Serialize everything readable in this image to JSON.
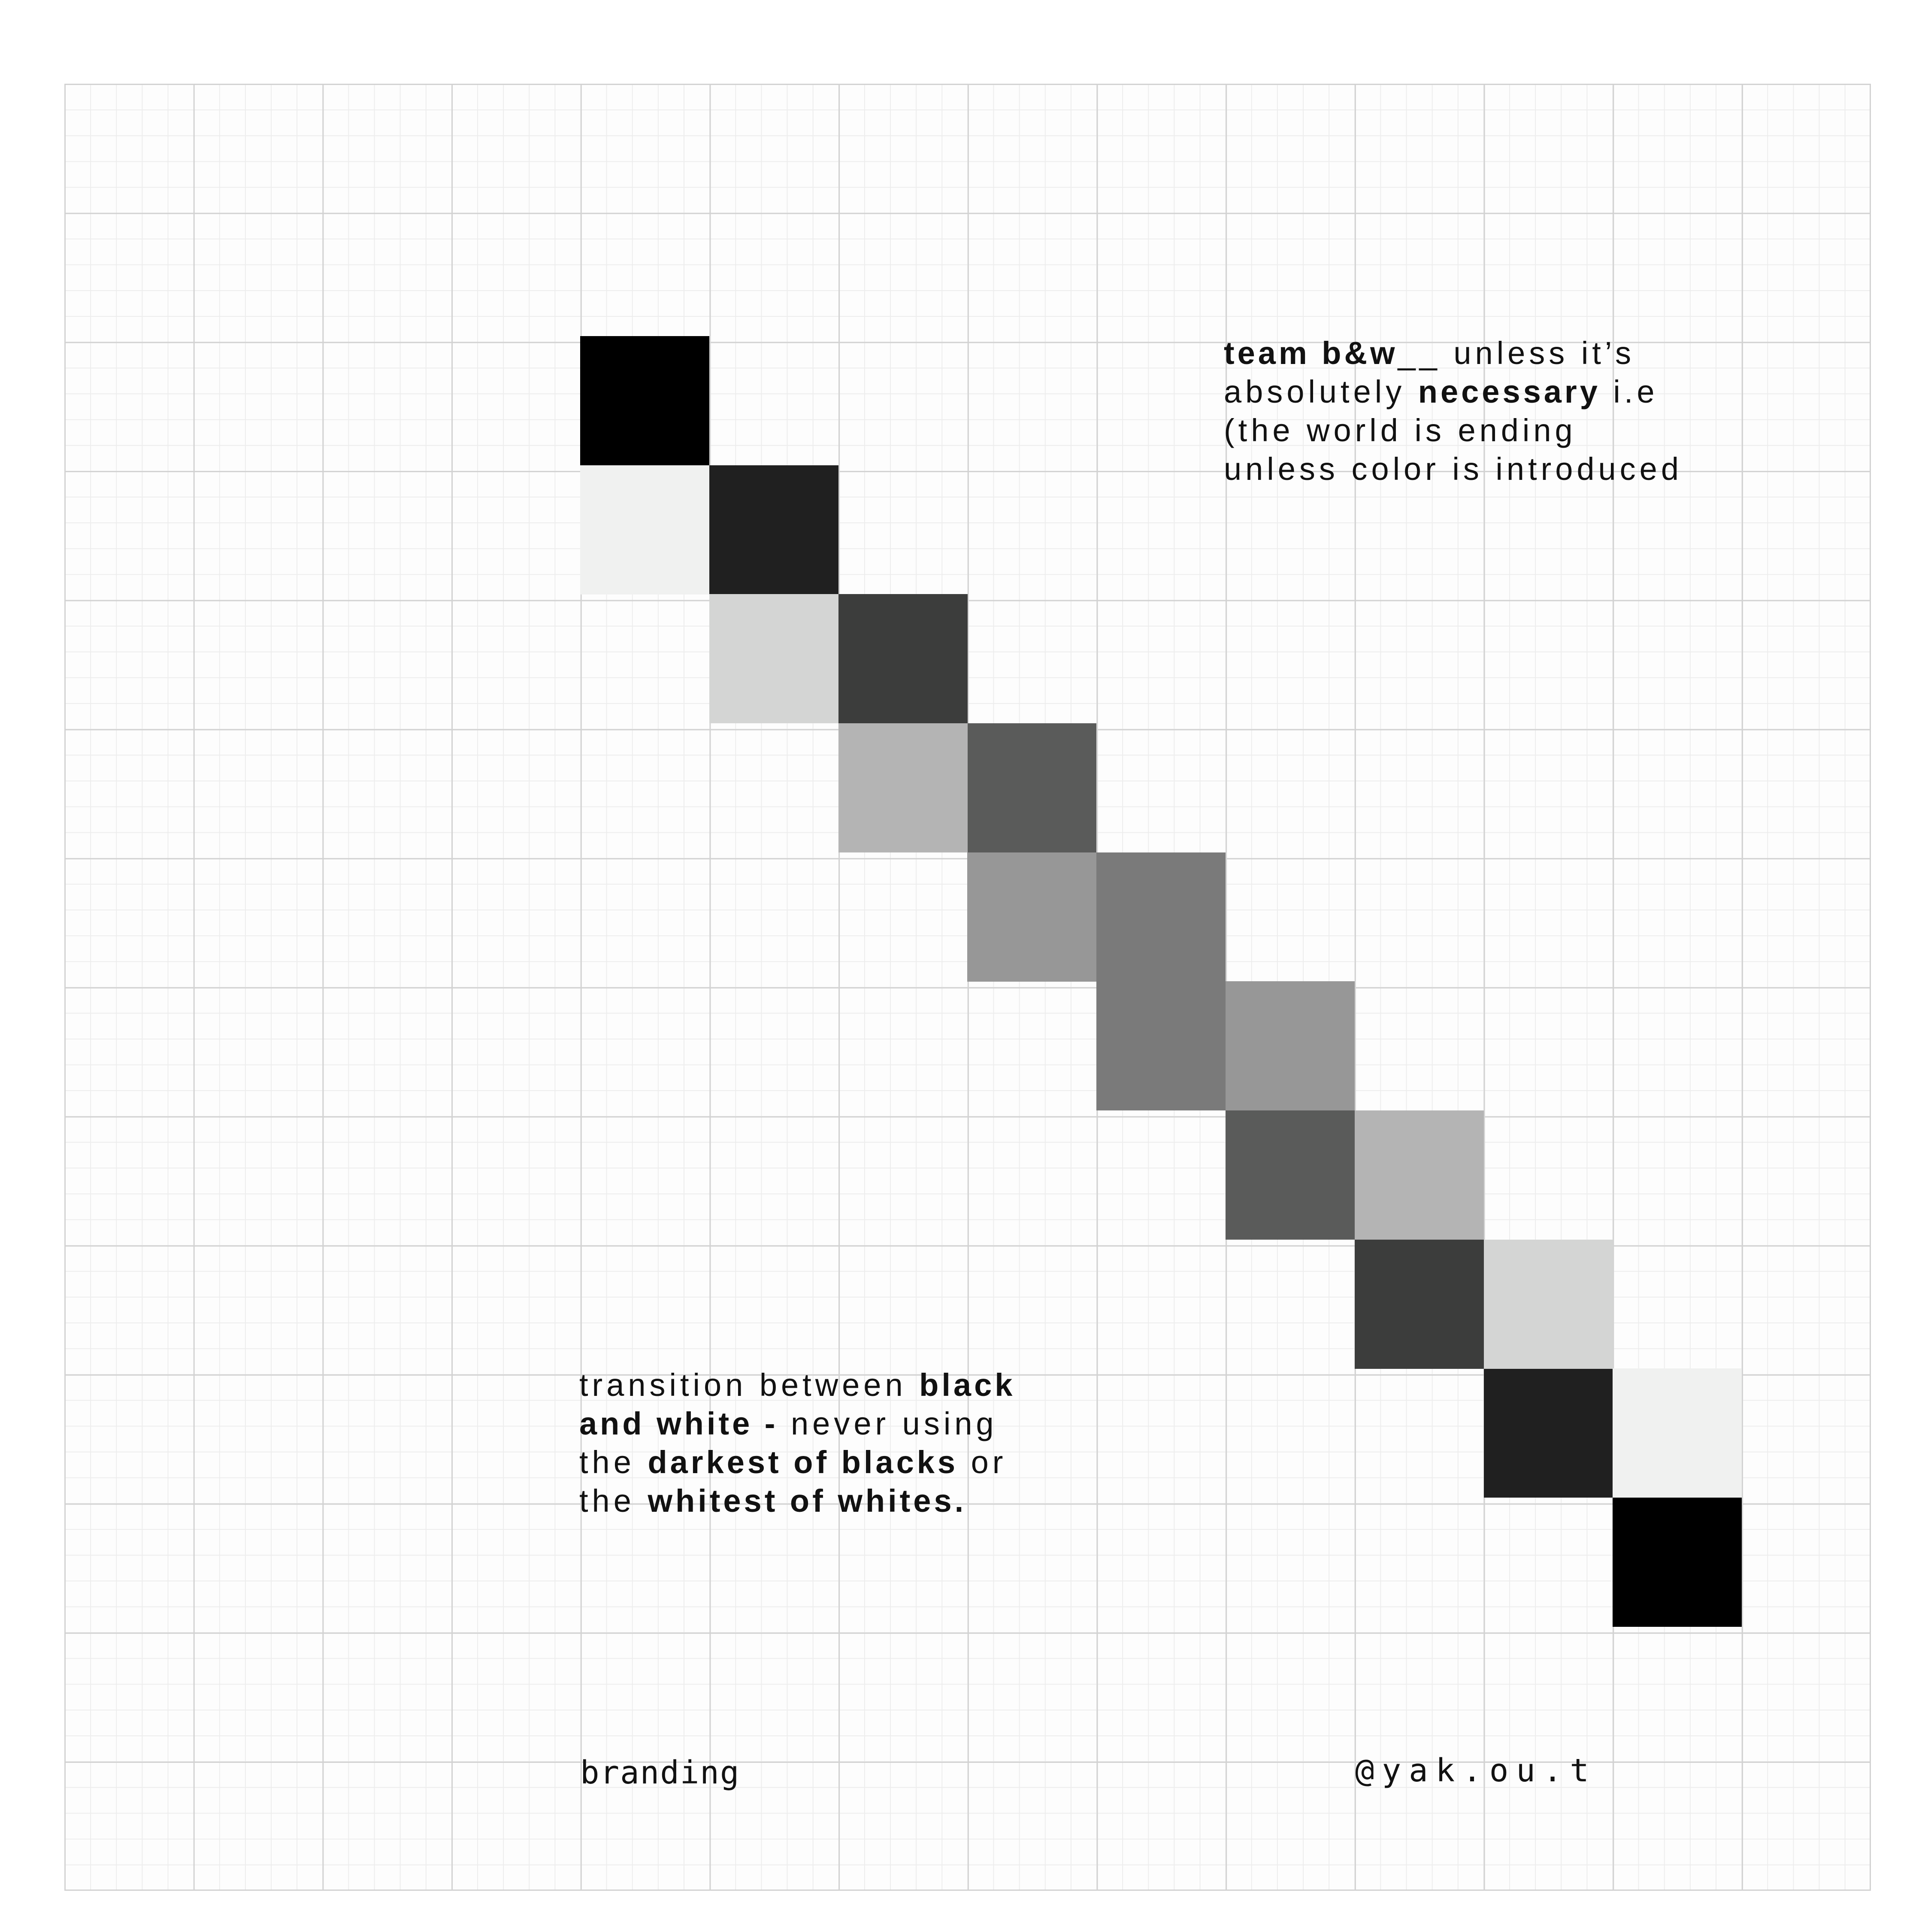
{
  "colors": {
    "background": "#ffffff",
    "grid_major": "#d2d2d2",
    "grid_minor": "#ededed",
    "dark_steps": [
      "#000000",
      "#202020",
      "#3c3d3c",
      "#5a5b5a",
      "#7a7a7a"
    ],
    "light_steps": [
      "#f0f1f0",
      "#d4d5d4",
      "#b4b4b4",
      "#979797"
    ]
  },
  "text_top": {
    "l1_bold": "team b&w",
    "l1_rest": "__ unless it’s",
    "l2_pre": "absolutely ",
    "l2_bold": "necessary",
    "l2_post": " i.e",
    "l3": "(the world is ending",
    "l4": "unless color is introduced"
  },
  "text_bottom": {
    "l1_pre": "transition between ",
    "l1_bold": "black",
    "l2_bold": "and white -",
    "l2_rest": " never using",
    "l3_pre": "the ",
    "l3_bold": "darkest of blacks",
    "l3_post": " or",
    "l4_pre": "the ",
    "l4_bold": "whitest of whites."
  },
  "footer": {
    "left": "branding",
    "right": "@yak.ou.t"
  }
}
